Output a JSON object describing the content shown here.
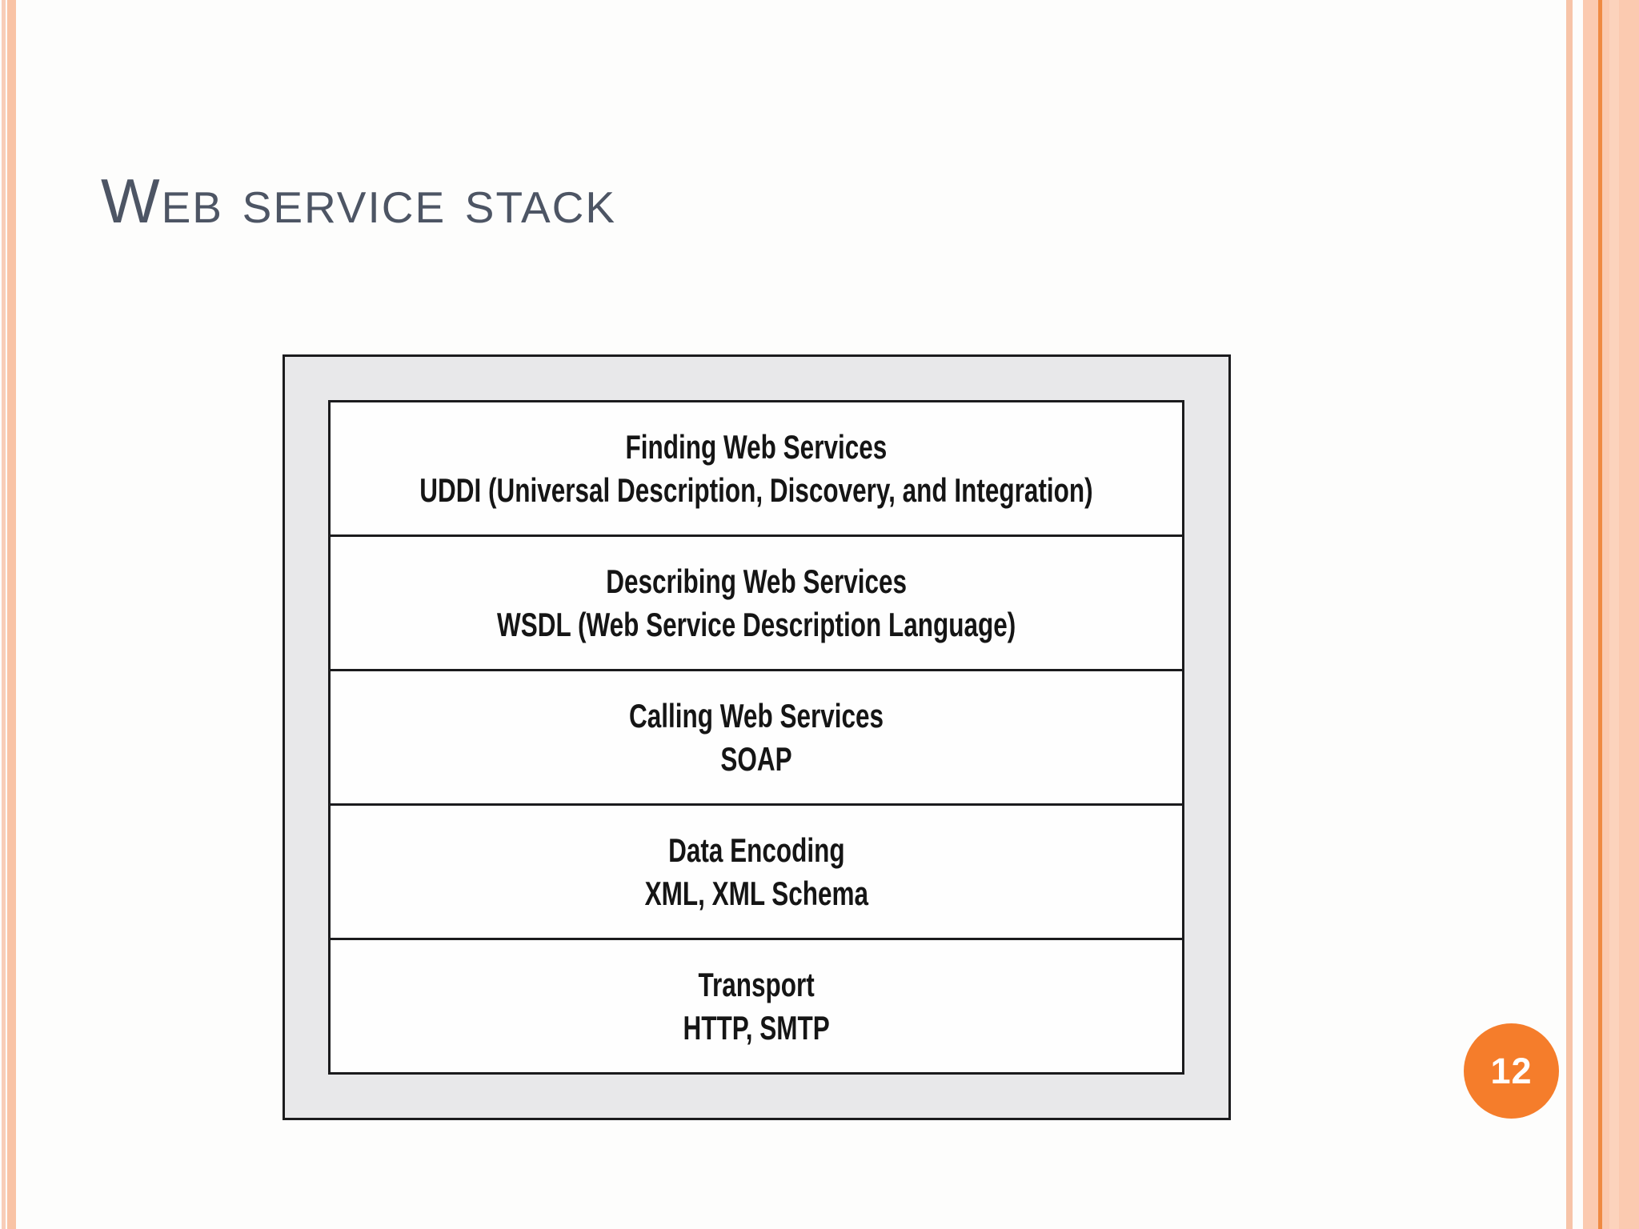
{
  "slide": {
    "title": "Web service stack",
    "page_number": "12"
  },
  "theme": {
    "background": "#fdfdfc",
    "title_color": "#4d5564",
    "stripe_peach": "#f9c3a5",
    "stripe_light_peach": "#f8cdb8",
    "right_band_peach": "#fbcab0",
    "right_band_accent_line": "#ef8a42",
    "badge_orange": "#f57d2b",
    "badge_text": "#ffffff",
    "diagram_outer_fill": "#e8e8ea",
    "diagram_inner_fill": "#fefefe",
    "diagram_border": "#1b1b1d",
    "diagram_text": "#151515"
  },
  "diagram": {
    "layers": [
      {
        "label": "Finding Web Services",
        "tech": "UDDI (Universal Description, Discovery, and Integration)"
      },
      {
        "label": "Describing Web Services",
        "tech": "WSDL (Web Service Description Language)"
      },
      {
        "label": "Calling Web Services",
        "tech": "SOAP"
      },
      {
        "label": "Data Encoding",
        "tech": "XML, XML Schema"
      },
      {
        "label": "Transport",
        "tech": "HTTP, SMTP"
      }
    ]
  }
}
